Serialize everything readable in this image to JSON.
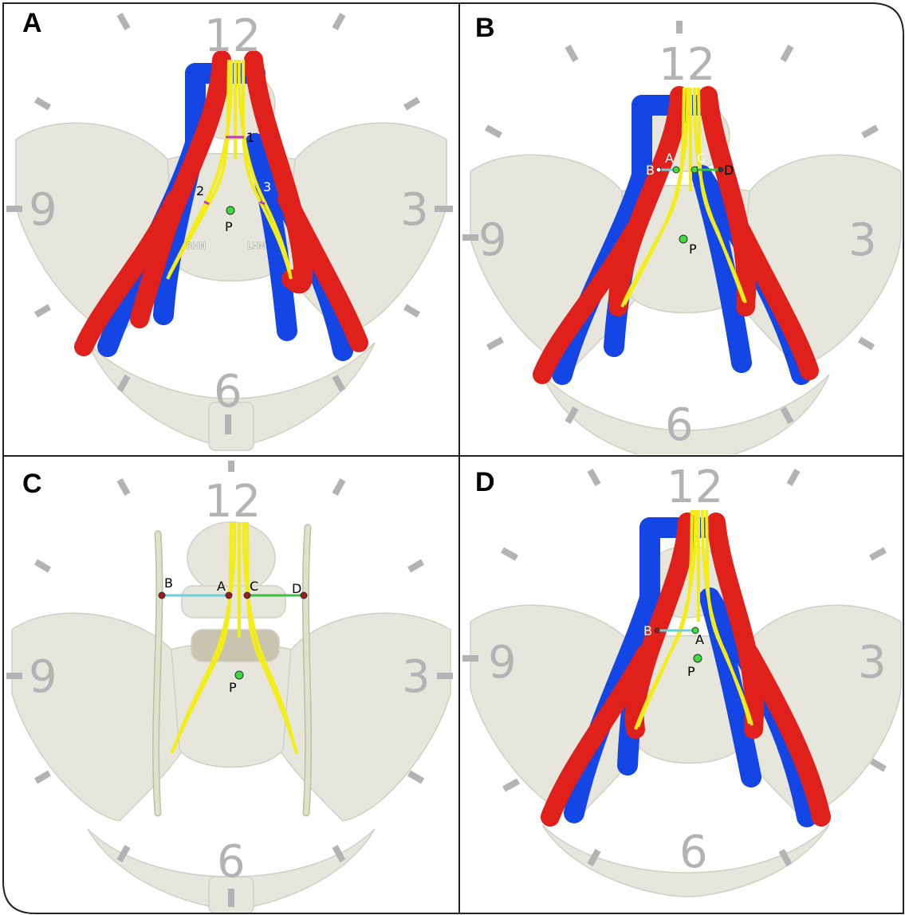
{
  "colors": {
    "artery": "#e0201a",
    "vein": "#1446e6",
    "nerve": "#f2ec1a",
    "bone": "#e6e6dd",
    "clock": "#b3b3b3",
    "point_p": "#3ddc3d",
    "ureter": "#d9dcc0",
    "line_ab": "#6ecfd8",
    "line_cd": "#3fbf3f"
  },
  "panels": [
    {
      "letter": "A",
      "clock": {
        "twelve": "12",
        "three": "3",
        "six": "6",
        "nine": "9"
      },
      "labels": {
        "p": "P",
        "m1": "1",
        "m2": "2",
        "m3": "3",
        "rhn": "RHN",
        "lhn": "LHN"
      }
    },
    {
      "letter": "B",
      "clock": {
        "twelve": "12",
        "three": "3",
        "six": "6",
        "nine": "9"
      },
      "labels": {
        "p": "P",
        "a": "A",
        "b": "B",
        "c": "C",
        "d": "D"
      }
    },
    {
      "letter": "C",
      "clock": {
        "twelve": "12",
        "three": "3",
        "six": "6",
        "nine": "9"
      },
      "labels": {
        "p": "P",
        "a": "A",
        "b": "B",
        "c": "C",
        "d": "D"
      }
    },
    {
      "letter": "D",
      "clock": {
        "twelve": "12",
        "three": "3",
        "six": "6",
        "nine": "9"
      },
      "labels": {
        "p": "P",
        "a": "A",
        "b": "B"
      }
    }
  ]
}
